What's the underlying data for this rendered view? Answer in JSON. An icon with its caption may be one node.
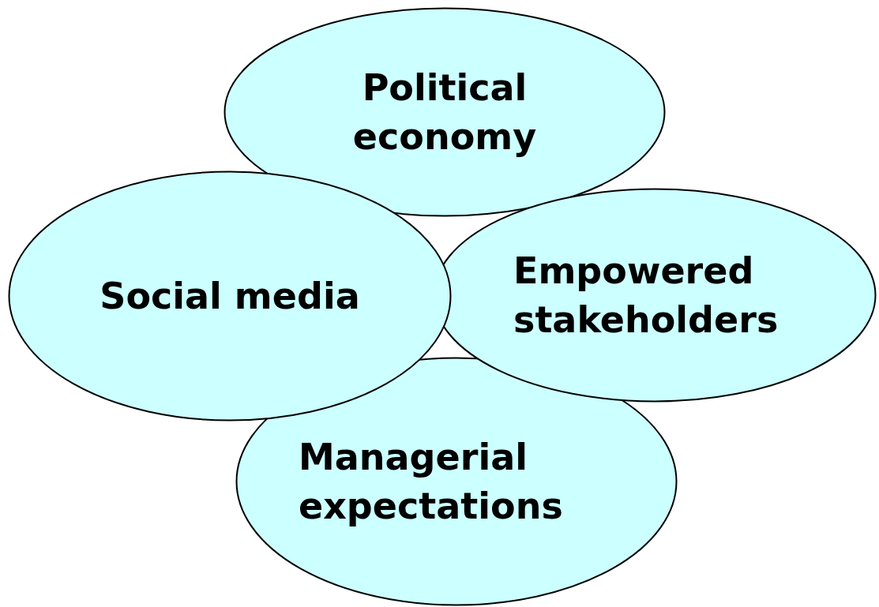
{
  "diagram": {
    "nodes": [
      {
        "text": [
          "Political economy"
        ]
      },
      {
        "text": [
          "Social media"
        ]
      },
      {
        "text": [
          "Empowered stakeholders"
        ]
      },
      {
        "text": [
          "Managerial expectations"
        ]
      }
    ]
  }
}
